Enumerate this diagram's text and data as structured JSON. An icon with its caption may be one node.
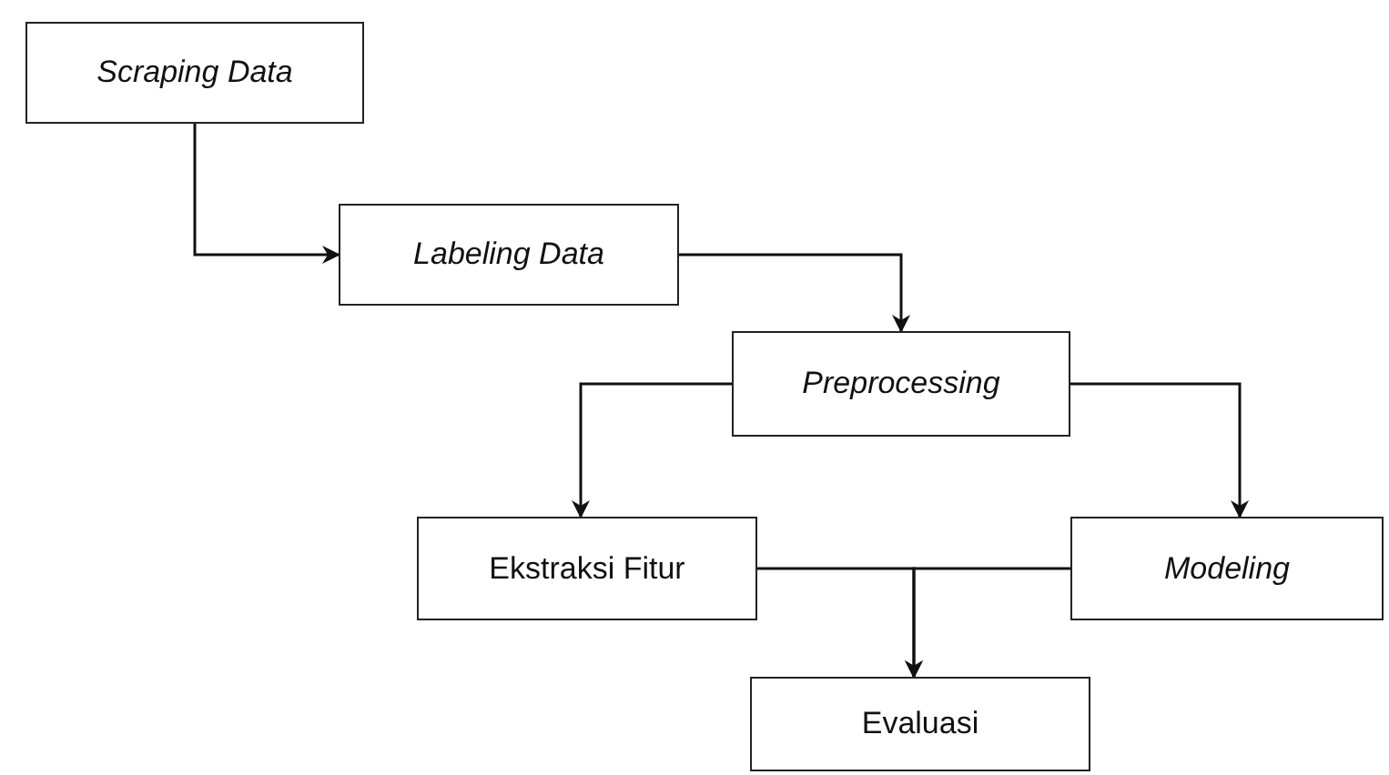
{
  "diagram": {
    "nodes": [
      {
        "text": [
          "Scraping Data"
        ]
      },
      {
        "text": [
          "Labeling Data"
        ]
      },
      {
        "text": [
          "Preprocessing"
        ]
      },
      {
        "text": [
          "Ekstraksi Fitur"
        ]
      },
      {
        "text": [
          "Modeling"
        ]
      },
      {
        "text": [
          "Evaluasi"
        ]
      }
    ],
    "edges": [
      {
        "from": 0,
        "to": 1,
        "arrow": "to"
      },
      {
        "from": 1,
        "to": 2,
        "arrow": "to"
      },
      {
        "from": 2,
        "to": 3,
        "arrow": "to"
      },
      {
        "from": 2,
        "to": 4,
        "arrow": "to"
      },
      {
        "from": 3,
        "to": 5,
        "arrow": "to"
      },
      {
        "from": 4,
        "to": 5,
        "arrow": "to"
      }
    ]
  }
}
